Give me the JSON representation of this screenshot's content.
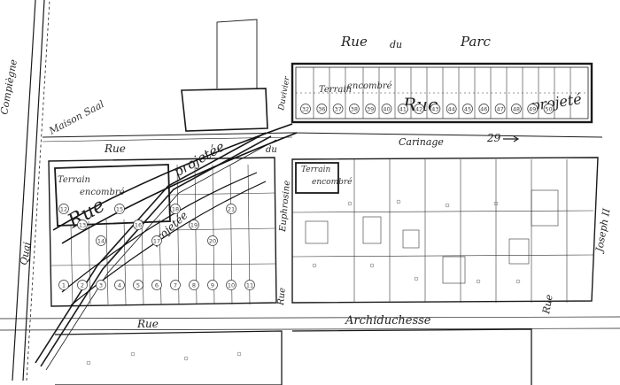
{
  "map": {
    "streets": {
      "parc": [
        "Rue",
        "du",
        "Parc"
      ],
      "compiegne": "Compiègne",
      "quai": "Quai",
      "carinage": "Carinage",
      "rue_left": "Rue",
      "du_mid": "du",
      "rue_lower": "Rue",
      "archiduchesse": "Archiduchesse",
      "rue_right": "Rue",
      "joseph": "Joseph II",
      "euphrosine": "Euphrosine",
      "rue_euphrosine": "Rue",
      "duvivier": "Duvivier"
    },
    "labels": {
      "maison_saal": "Maison Saal",
      "projected_top": "Rue",
      "projete_top": "projeté",
      "rue_proj_left": "Rue",
      "projetee_left": "projetée",
      "projetee_diag": "projetée",
      "terrain_top": "Terrain",
      "encombre_top": "encombré",
      "terrain_left": "Terrain",
      "encombre_left": "encombré",
      "terrain_mid": "Terrain",
      "encombre_mid": "encombré",
      "number_ref": "29"
    },
    "lots_top": [
      "32",
      "36",
      "37",
      "38",
      "39",
      "40",
      "41",
      "42",
      "43",
      "44",
      "45",
      "46",
      "47",
      "48",
      "49",
      "50"
    ],
    "lots_left": [
      "1",
      "2",
      "3",
      "4",
      "5",
      "6",
      "7",
      "8",
      "9",
      "10",
      "11",
      "12",
      "13",
      "14",
      "15",
      "16",
      "17",
      "18",
      "19",
      "20",
      "21"
    ]
  }
}
